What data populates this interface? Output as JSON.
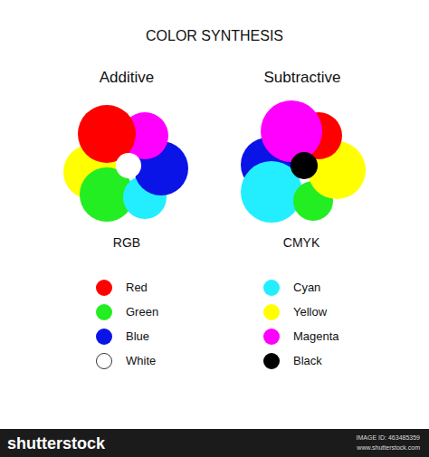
{
  "diagram": {
    "title": "COLOR SYNTHESIS",
    "labels": [
      "Additive",
      "Subtractive",
      "RGB",
      "CMYK",
      "shutterstock",
      "IMAGE ID: 463485359",
      "www.shutterstock.com"
    ],
    "legend": [
      {
        "text": "Red",
        "color": "#ff0000"
      },
      {
        "text": "Green",
        "color": "#22ee22"
      },
      {
        "text": "Blue",
        "color": "#0a14e6"
      },
      {
        "text": "White",
        "color": "#ffffff"
      },
      {
        "text": "Cyan",
        "color": "#22eeff"
      },
      {
        "text": "Yellow",
        "color": "#ffff00"
      },
      {
        "text": "Magenta",
        "color": "#ff00ff"
      },
      {
        "text": "Black",
        "color": "#000000"
      }
    ]
  }
}
